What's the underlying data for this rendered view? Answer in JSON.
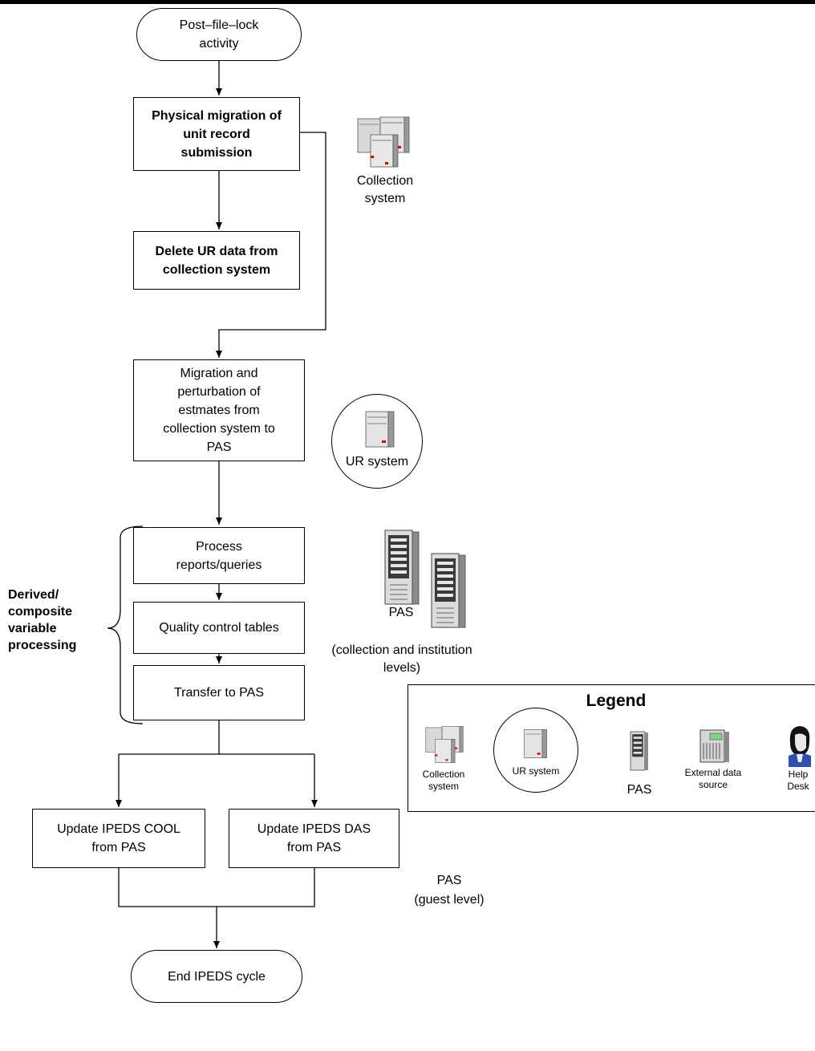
{
  "nodes": {
    "start": "Post–file–lock\nactivity",
    "physical_migration": "Physical migration of\nunit record\nsubmission",
    "delete_ur": "Delete UR data from\ncollection system",
    "migration_perturbation": "Migration and\nperturbation of\nestmates from\ncollection system to\nPAS",
    "process_reports": "Process\nreports/queries",
    "quality_control": "Quality control tables",
    "transfer_pas": "Transfer to PAS",
    "update_cool": "Update IPEDS COOL\nfrom PAS",
    "update_das": "Update IPEDS DAS\nfrom PAS",
    "end": "End IPEDS cycle"
  },
  "side_label": "Derived/\ncomposite\nvariable\nprocessing",
  "icons": {
    "collection_system": "Collection\nsystem",
    "ur_system": "UR system",
    "pas_collection_title": "PAS",
    "pas_collection_sub": "(collection and institution\nlevels)",
    "pas_guest_title": "PAS",
    "pas_guest_sub": "(guest level)"
  },
  "legend": {
    "title": "Legend",
    "collection": "Collection\nsystem",
    "ur": "UR system",
    "pas": "PAS",
    "external": "External data\nsource",
    "help": "Help\nDesk"
  },
  "colors": {
    "server_light": "#e4e4e4",
    "server_mid": "#b4b4b4",
    "server_dark": "#7a7a7a",
    "indicator": "#e00000",
    "external_green": "#7fd48a"
  }
}
